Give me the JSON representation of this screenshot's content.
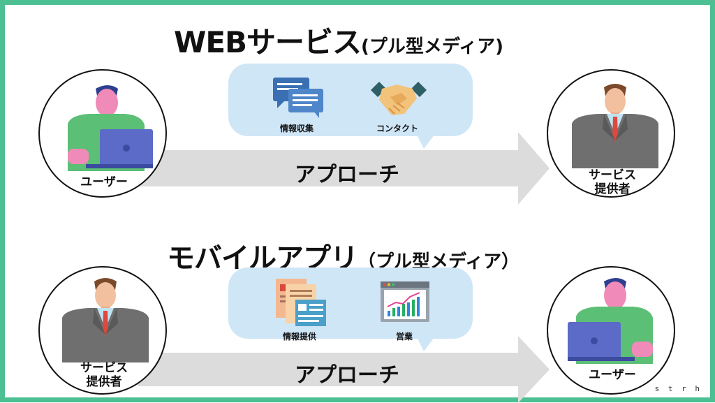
{
  "top": {
    "title": "WEBサービス",
    "subtitle": "(プル型メディア)",
    "left_label": "ユーザー",
    "right_label": [
      "サービス",
      "提供者"
    ],
    "bubble_items": [
      "情報収集",
      "コンタクト"
    ],
    "arrow_label": "アプローチ"
  },
  "bottom": {
    "title": "モバイルアプリ",
    "subtitle": "（プル型メディア）",
    "left_label": [
      "サービス",
      "提供者"
    ],
    "right_label": "ユーザー",
    "bubble_items": [
      "情報提供",
      "営業"
    ],
    "arrow_label": "アプローチ"
  },
  "watermark": "s t r h",
  "colors": {
    "border": "#4cbf93",
    "bubble": "#cfe6f7",
    "arrow": "#dcdcdc",
    "shirt_green": "#5cbf76",
    "laptop": "#5b6bc7",
    "suit": "#6f6f6f"
  },
  "icons": [
    "chat-icon",
    "handshake-icon",
    "document-icon",
    "growth-chart-icon",
    "user-laptop-icon",
    "businessman-icon"
  ]
}
